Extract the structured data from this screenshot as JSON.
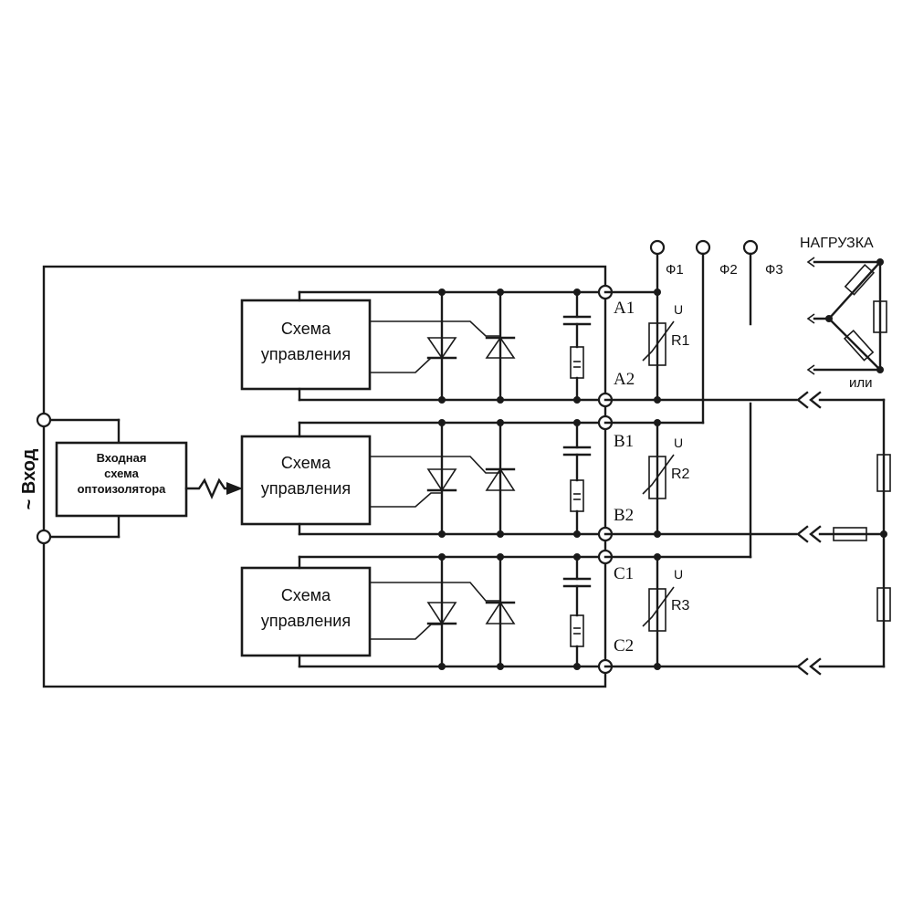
{
  "diagram": {
    "control_block_label_line1": "Схема",
    "control_block_label_line2": "управления",
    "input_block_line1": "Входная",
    "input_block_line2": "схема",
    "input_block_line3": "оптоизолятора",
    "input_label": "~ Вход",
    "terminals": [
      "A1",
      "A2",
      "B1",
      "B2",
      "C1",
      "C2"
    ],
    "phases": [
      "Ф1",
      "Ф2",
      "Ф3"
    ],
    "varistors": [
      "R1",
      "R2",
      "R3"
    ],
    "varistor_u": "U",
    "load_label": "НАГРУЗКА",
    "or_label": "или"
  }
}
